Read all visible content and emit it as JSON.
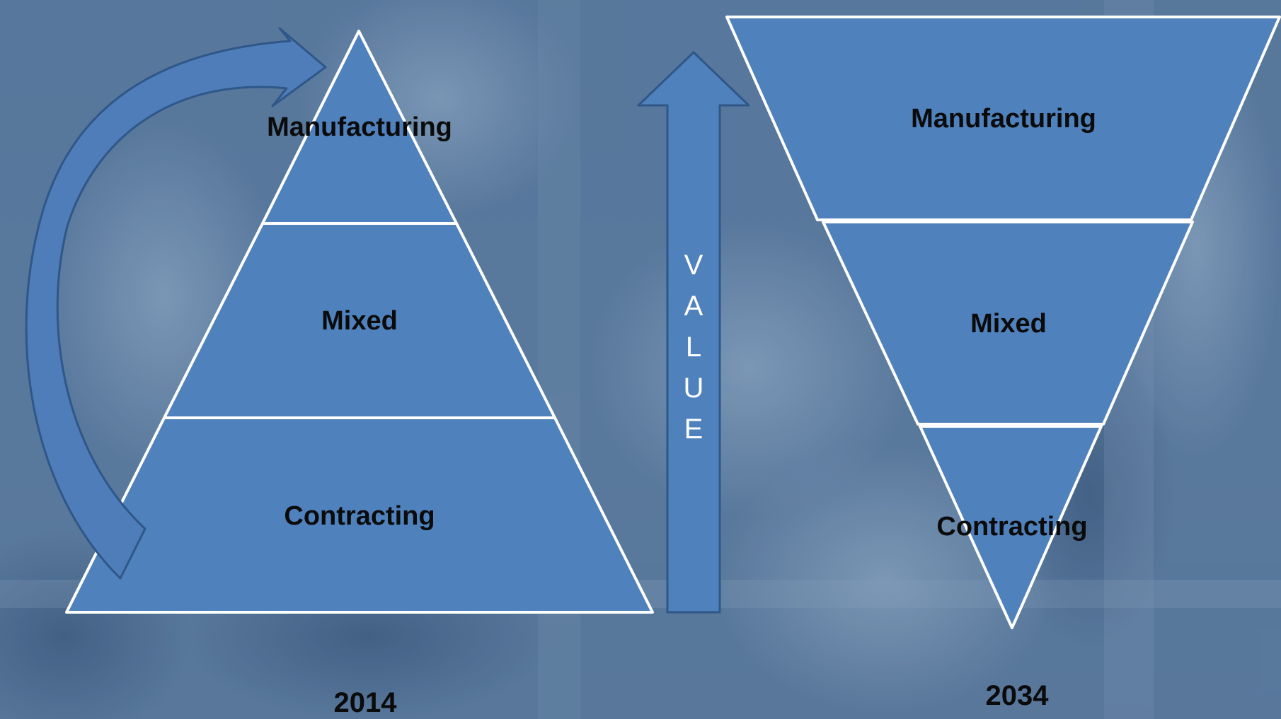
{
  "left_pyramid": {
    "year": "2014",
    "levels": [
      "Manufacturing",
      "Mixed",
      "Contracting"
    ]
  },
  "right_pyramid": {
    "year": "2034",
    "levels": [
      "Manufacturing",
      "Mixed",
      "Contracting"
    ]
  },
  "value_arrow": {
    "letters": [
      "V",
      "A",
      "L",
      "U",
      "E"
    ]
  },
  "colors": {
    "shape_fill": "#4f81bd",
    "shape_stroke": "#ffffff",
    "curved_arrow_fill": "#4e7dba",
    "curved_arrow_stroke": "#2f5788"
  }
}
